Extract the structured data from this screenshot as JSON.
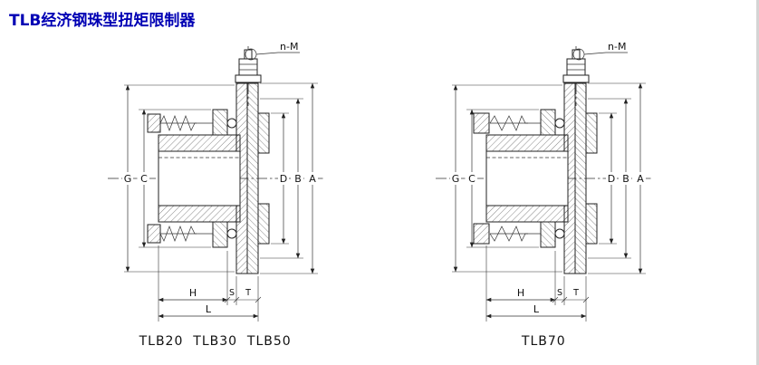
{
  "page": {
    "title": "TLB经济钢珠型扭矩限制器",
    "title_color": "#0000b4",
    "line_color": "#222222",
    "background": "#ffffff"
  },
  "drawings": [
    {
      "caption": "TLB20  TLB30  TLB50",
      "labels": {
        "bolt_spec": "n-M",
        "G": "G",
        "C": "C",
        "D": "D",
        "B": "B",
        "A": "A",
        "H": "H",
        "L": "L",
        "S": "S",
        "T": "T"
      }
    },
    {
      "caption": "TLB70",
      "labels": {
        "bolt_spec": "n-M",
        "G": "G",
        "C": "C",
        "D": "D",
        "B": "B",
        "A": "A",
        "H": "H",
        "L": "L",
        "S": "S",
        "T": "T"
      }
    }
  ]
}
